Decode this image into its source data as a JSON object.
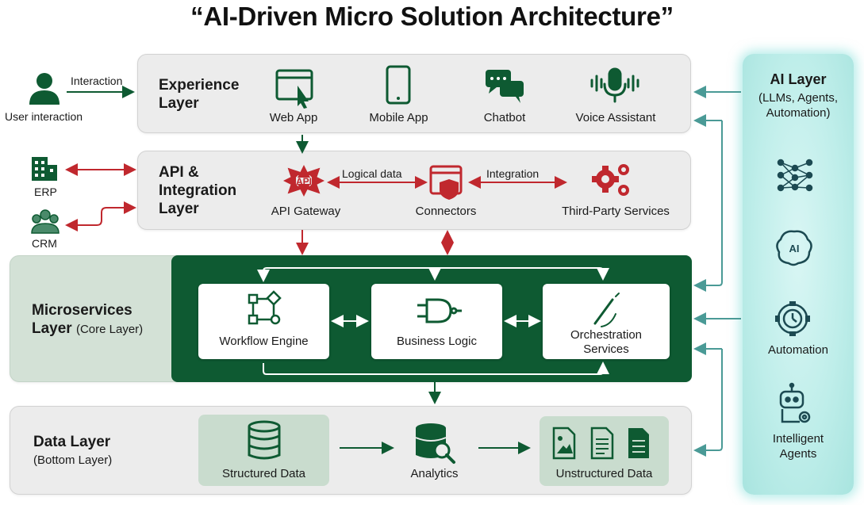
{
  "title": "“AI-Driven Micro Solution Architecture”",
  "user": {
    "label": "User interaction",
    "arrow_label": "Interaction"
  },
  "experience": {
    "title": "Experience Layer",
    "items": [
      "Web App",
      "Mobile App",
      "Chatbot",
      "Voice Assistant"
    ]
  },
  "api": {
    "title": "API & Integration Layer",
    "items": [
      "API Gateway",
      "Connectors",
      "Third-Party Services"
    ],
    "gateway_icon_text": "API",
    "arrow_logical": "Logical data",
    "arrow_integration": "Integration"
  },
  "externals": {
    "erp": "ERP",
    "crm": "CRM"
  },
  "microservices": {
    "title": "Microservices Layer",
    "subtitle": "(Core Layer)",
    "items": [
      "Workflow Engine",
      "Business Logic",
      "Orchestration Services"
    ]
  },
  "data_layer": {
    "title": "Data Layer",
    "subtitle": "(Bottom Layer)",
    "items": [
      "Structured Data",
      "Analytics",
      "Unstructured Data"
    ]
  },
  "ai_layer": {
    "title": "AI Layer",
    "subtitle": "(LLMs, Agents, Automation)",
    "brain_text": "AI",
    "automation": "Automation",
    "agents": "Intelligent Agents"
  },
  "colors": {
    "green": "#0e5a32",
    "red": "#c0282e",
    "teal": "#4a9a96",
    "panel": "#ececec"
  },
  "icons": [
    "user-icon",
    "browser-click-icon",
    "smartphone-icon",
    "chat-bubbles-icon",
    "microphone-icon",
    "api-gateway-icon",
    "connector-shield-icon",
    "gears-icon",
    "building-icon",
    "people-group-icon",
    "flowchart-icon",
    "logic-gate-icon",
    "wand-icon",
    "database-icon",
    "database-search-icon",
    "image-file-icon",
    "text-file-icon",
    "neural-network-icon",
    "brain-icon",
    "gear-clock-icon",
    "robot-icon"
  ]
}
